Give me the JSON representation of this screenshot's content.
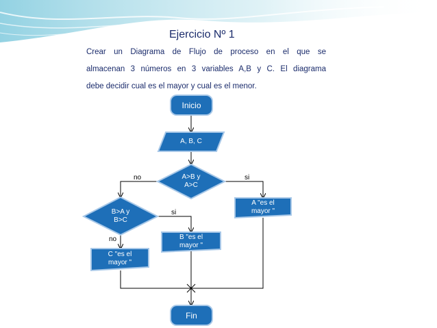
{
  "slide": {
    "title": "Ejercicio Nº 1",
    "description_lines": [
      "Crear un Diagrama de Flujo de proceso en el que se",
      "almacenan 3 números en 3 variables A,B y C. El diagrama",
      "debe decidir cual es el mayor y cual es el menor."
    ]
  },
  "flowchart": {
    "start": "Inicio",
    "input": "A, B, C",
    "decision1": [
      "A>B y",
      "A>C"
    ],
    "decision1_no": "no",
    "decision1_yes": "si",
    "result_a": [
      "A \"es el",
      "mayor \""
    ],
    "decision2": [
      "B>A y",
      "B>C"
    ],
    "decision2_yes": "si",
    "decision2_no": "no",
    "result_b": [
      "B \"es el",
      "mayor \""
    ],
    "result_c": [
      "C \"es el",
      "mayor \""
    ],
    "end": "Fin"
  },
  "colors": {
    "shape_fill": "#1e6fb8",
    "shape_stroke": "#a8c8e8",
    "line": "#000000",
    "title_text": "#1a2b6b"
  }
}
